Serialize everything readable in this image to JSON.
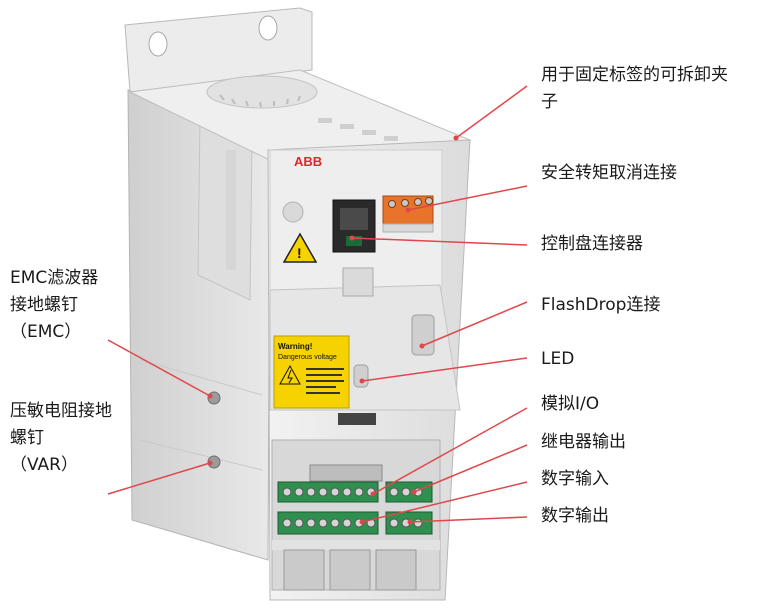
{
  "brand": "ABB",
  "warning_text": [
    "Warning!",
    "Dangerous voltage"
  ],
  "colors": {
    "leader": "#e0474c",
    "body": "#e4e4e4",
    "terminal": "#2f8f4e",
    "orange": "#e8732a",
    "warning": "#f5d200"
  },
  "labels_right": [
    {
      "id": "clip",
      "lines": [
        "用于固定标签的可拆卸夹",
        "子"
      ]
    },
    {
      "id": "safe-torque-off",
      "lines": [
        "安全转矩取消连接"
      ]
    },
    {
      "id": "panel-connector",
      "lines": [
        "控制盘连接器"
      ]
    },
    {
      "id": "flashdrop",
      "lines": [
        "FlashDrop连接"
      ]
    },
    {
      "id": "led",
      "lines": [
        "LED"
      ]
    },
    {
      "id": "analog-io",
      "lines": [
        "模拟I/O"
      ]
    },
    {
      "id": "relay-output",
      "lines": [
        "继电器输出"
      ]
    },
    {
      "id": "digital-input",
      "lines": [
        "数字输入"
      ]
    },
    {
      "id": "digital-output",
      "lines": [
        "数字输出"
      ]
    }
  ],
  "labels_left": [
    {
      "id": "emc",
      "lines": [
        "EMC滤波器",
        "接地螺钉",
        "（EMC）"
      ]
    },
    {
      "id": "var",
      "lines": [
        "压敏电阻接地",
        "螺钉",
        "（VAR）"
      ]
    }
  ]
}
